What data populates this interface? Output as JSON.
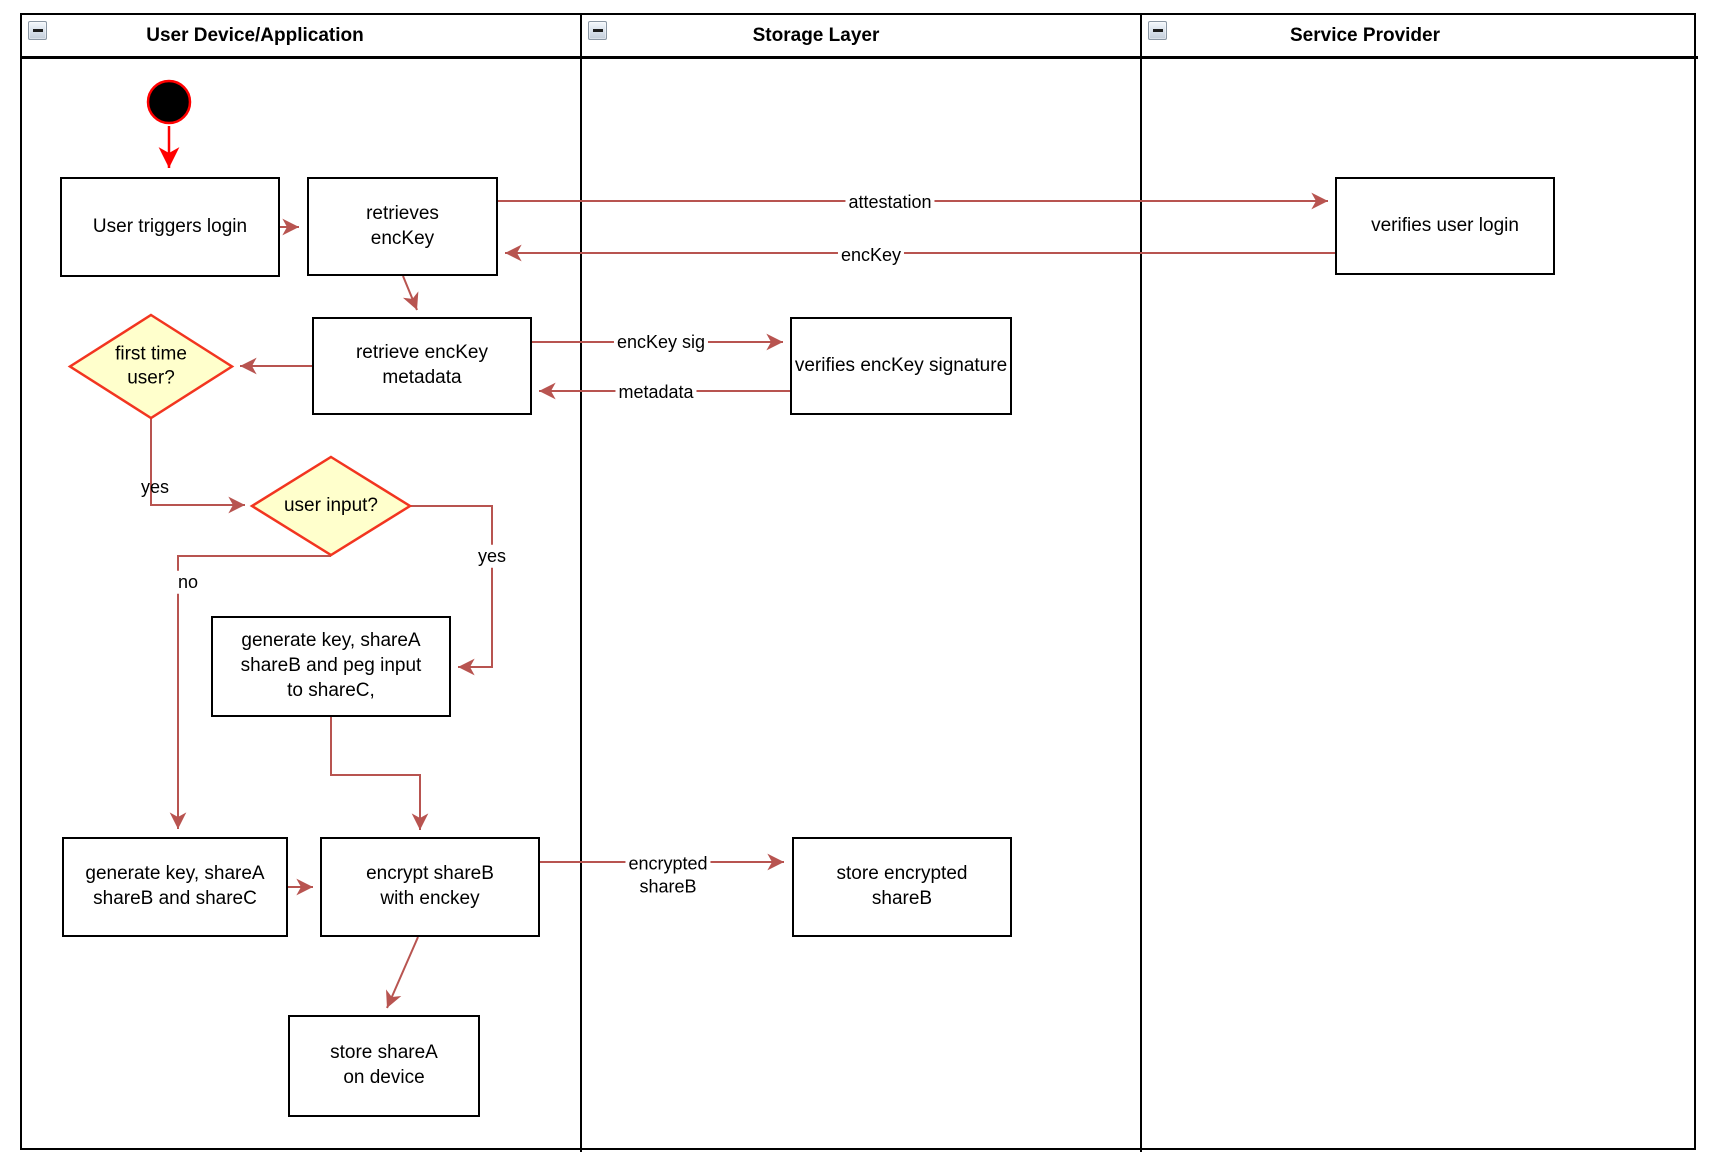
{
  "lanes": [
    {
      "title": "User Device/Application"
    },
    {
      "title": "Storage Layer"
    },
    {
      "title": "Service Provider"
    }
  ],
  "nodes": {
    "user_triggers_login": {
      "label": "User triggers login"
    },
    "retrieves_enckey": {
      "label": "retrieves\nencKey"
    },
    "retrieve_enckey_metadata": {
      "label": "retrieve encKey\nmetadata"
    },
    "first_time_user": {
      "label": "first time\nuser?"
    },
    "user_input": {
      "label": "user input?"
    },
    "generate_key_peg": {
      "label": "generate key, shareA\nshareB and peg input\nto shareC,"
    },
    "generate_key_sharec": {
      "label": "generate key, shareA\nshareB and shareC"
    },
    "encrypt_shareb": {
      "label": "encrypt shareB\nwith enckey"
    },
    "store_sharea": {
      "label": "store shareA\non device"
    },
    "verifies_enckey_signature": {
      "label": "verifies encKey signature"
    },
    "store_encrypted_shareb": {
      "label": "store encrypted\nshareB"
    },
    "verifies_user_login": {
      "label": "verifies user login"
    }
  },
  "edge_labels": {
    "attestation": "attestation",
    "enckey": "encKey",
    "enckey_sig": "encKey sig",
    "metadata": "metadata",
    "yes_first_time": "yes",
    "yes_user_input": "yes",
    "no_user_input": "no",
    "encrypted_shareb": "encrypted\nshareB"
  },
  "colors": {
    "connector": "#b85450",
    "start_accent": "#ff0000",
    "diamond_fill": "#ffffcc",
    "diamond_stroke": "#f23520",
    "node_border": "#000000"
  }
}
